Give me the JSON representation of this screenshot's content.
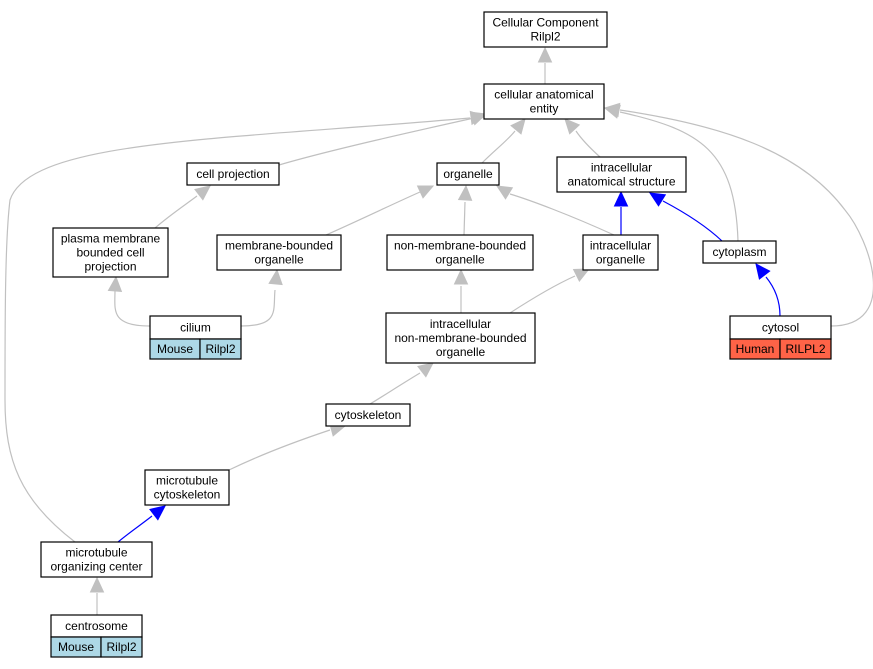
{
  "colors": {
    "mouse_cell": "#add8e6",
    "human_cell": "#ff6347",
    "is_a_edge": "#c0c0c0",
    "part_of_edge": "#0000ff"
  },
  "nodes": {
    "root": [
      "Cellular Component",
      "Rilpl2"
    ],
    "cellular_anatomical_entity": [
      "cellular anatomical",
      "entity"
    ],
    "cell_projection": [
      "cell projection"
    ],
    "organelle": [
      "organelle"
    ],
    "intracellular_anatomical_structure": [
      "intracellular",
      "anatomical structure"
    ],
    "plasma_membrane_bounded_cell_projection": [
      "plasma membrane",
      "bounded cell",
      "projection"
    ],
    "membrane_bounded_organelle": [
      "membrane-bounded",
      "organelle"
    ],
    "non_membrane_bounded_organelle": [
      "non-membrane-bounded",
      "organelle"
    ],
    "intracellular_organelle": [
      "intracellular",
      "organelle"
    ],
    "cytoplasm": [
      "cytoplasm"
    ],
    "cilium": [
      "cilium"
    ],
    "intracellular_non_membrane_bounded_organelle": [
      "intracellular",
      "non-membrane-bounded",
      "organelle"
    ],
    "cytosol": [
      "cytosol"
    ],
    "cytoskeleton": [
      "cytoskeleton"
    ],
    "microtubule_cytoskeleton": [
      "microtubule",
      "cytoskeleton"
    ],
    "microtubule_organizing_center": [
      "microtubule",
      "organizing center"
    ],
    "centrosome": [
      "centrosome"
    ]
  },
  "annotations": {
    "cilium": [
      {
        "text": "Mouse",
        "color": "mouse_cell"
      },
      {
        "text": "Rilpl2",
        "color": "mouse_cell"
      }
    ],
    "cytosol": [
      {
        "text": "Human",
        "color": "human_cell"
      },
      {
        "text": "RILPL2",
        "color": "human_cell"
      }
    ],
    "centrosome": [
      {
        "text": "Mouse",
        "color": "mouse_cell"
      },
      {
        "text": "Rilpl2",
        "color": "mouse_cell"
      }
    ]
  },
  "edges": [
    {
      "from": "cellular_anatomical_entity",
      "to": "root",
      "type": "is_a"
    },
    {
      "from": "cell_projection",
      "to": "cellular_anatomical_entity",
      "type": "is_a"
    },
    {
      "from": "organelle",
      "to": "cellular_anatomical_entity",
      "type": "is_a"
    },
    {
      "from": "intracellular_anatomical_structure",
      "to": "cellular_anatomical_entity",
      "type": "is_a"
    },
    {
      "from": "cytoplasm",
      "to": "cellular_anatomical_entity",
      "type": "is_a"
    },
    {
      "from": "cytosol",
      "to": "cellular_anatomical_entity",
      "type": "is_a"
    },
    {
      "from": "microtubule_organizing_center",
      "to": "cellular_anatomical_entity",
      "type": "is_a"
    },
    {
      "from": "plasma_membrane_bounded_cell_projection",
      "to": "cell_projection",
      "type": "is_a"
    },
    {
      "from": "membrane_bounded_organelle",
      "to": "organelle",
      "type": "is_a"
    },
    {
      "from": "non_membrane_bounded_organelle",
      "to": "organelle",
      "type": "is_a"
    },
    {
      "from": "intracellular_organelle",
      "to": "organelle",
      "type": "is_a"
    },
    {
      "from": "intracellular_organelle",
      "to": "intracellular_anatomical_structure",
      "type": "part_of"
    },
    {
      "from": "cytoplasm",
      "to": "intracellular_anatomical_structure",
      "type": "part_of"
    },
    {
      "from": "cilium",
      "to": "plasma_membrane_bounded_cell_projection",
      "type": "is_a"
    },
    {
      "from": "cilium",
      "to": "membrane_bounded_organelle",
      "type": "is_a"
    },
    {
      "from": "intracellular_non_membrane_bounded_organelle",
      "to": "non_membrane_bounded_organelle",
      "type": "is_a"
    },
    {
      "from": "intracellular_non_membrane_bounded_organelle",
      "to": "intracellular_organelle",
      "type": "is_a"
    },
    {
      "from": "cytosol",
      "to": "cytoplasm",
      "type": "part_of"
    },
    {
      "from": "cytoskeleton",
      "to": "intracellular_non_membrane_bounded_organelle",
      "type": "is_a"
    },
    {
      "from": "microtubule_cytoskeleton",
      "to": "cytoskeleton",
      "type": "is_a"
    },
    {
      "from": "microtubule_organizing_center",
      "to": "microtubule_cytoskeleton",
      "type": "part_of"
    },
    {
      "from": "centrosome",
      "to": "microtubule_organizing_center",
      "type": "is_a"
    }
  ]
}
